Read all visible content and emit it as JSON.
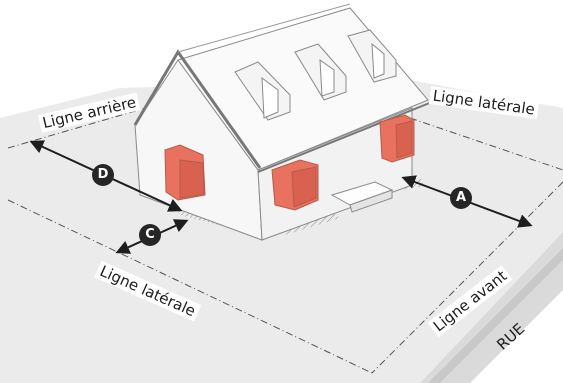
{
  "labels": {
    "rear_line": "Ligne arrière",
    "side_line_right": "Ligne latérale",
    "side_line_left": "Ligne latérale",
    "front_line": "Ligne avant",
    "street": "RUE"
  },
  "markers": {
    "a": "A",
    "c": "C",
    "d": "D"
  },
  "colors": {
    "window": "#e8725f",
    "ground": "#ebebeb",
    "street": "#dadada",
    "arrow": "#1e1e1e"
  }
}
